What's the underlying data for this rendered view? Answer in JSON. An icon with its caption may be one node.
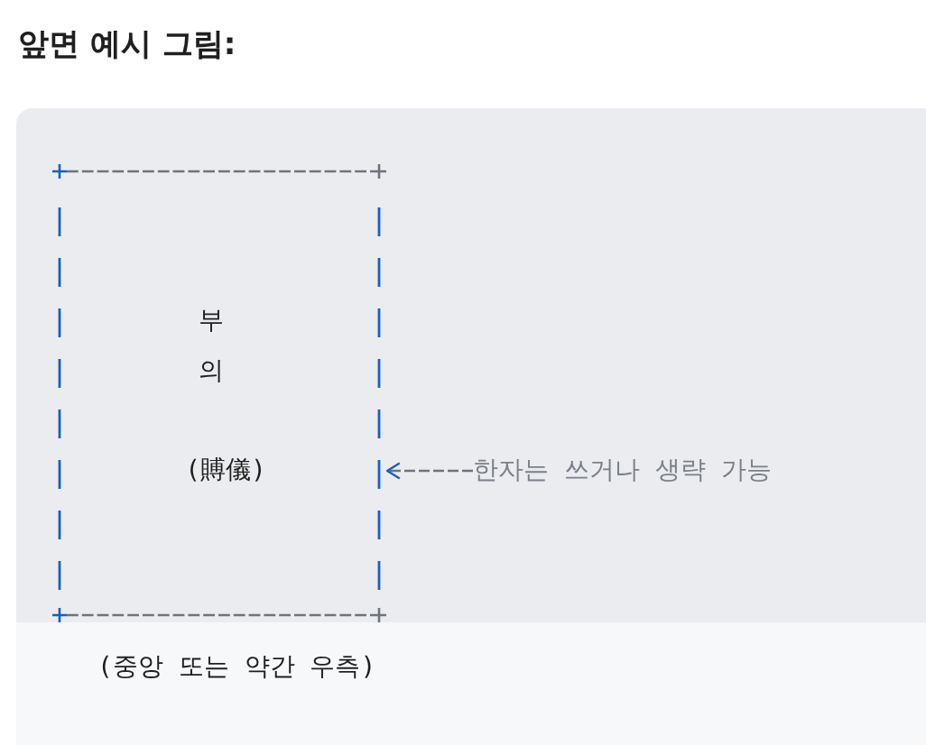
{
  "diagram": {
    "title": "앞면 예시 그림:",
    "nodes": [
      {
        "text": [
          "부의",
          "(賻儀)"
        ],
        "beside": [
          "(중앙 또는 약간 우측)"
        ]
      },
      {
        "text": [
          "한자는 쓰거나 생략 가능"
        ]
      }
    ],
    "edges": [
      {
        "from": 1,
        "to": 0,
        "arrow": "to",
        "style": "dashed"
      }
    ]
  }
}
